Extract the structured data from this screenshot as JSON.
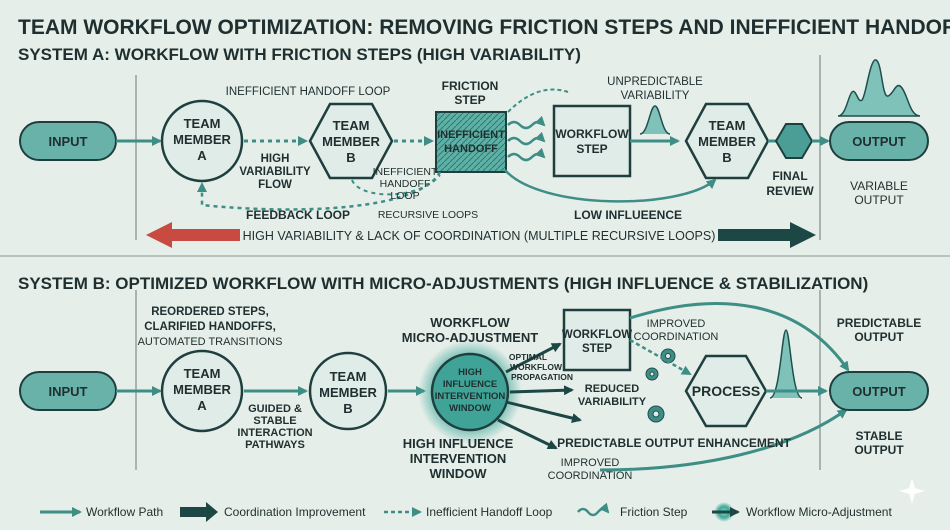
{
  "title": "TEAM WORKFLOW OPTIMIZATION: REMOVING FRICTION STEPS AND INEFFICIENT HANDOFFS",
  "system_a": {
    "heading": "SYSTEM A: WORKFLOW WITH FRICTION STEPS (HIGH VARIABILITY)",
    "nodes": {
      "input": "INPUT",
      "member_a": [
        "TEAM",
        "MEMBER",
        "A"
      ],
      "member_b": [
        "TEAM",
        "MEMBER",
        "B"
      ],
      "friction": [
        "INEFFICIENT",
        "HANDOFF"
      ],
      "workflow_step": [
        "WORKFLOW",
        "STEP"
      ],
      "member_b2": [
        "TEAM",
        "MEMBER",
        "B"
      ],
      "output": "OUTPUT"
    },
    "labels": {
      "handoff_loop": "INEFFICIENT HANDOFF LOOP",
      "friction_step": [
        "FRICTION",
        "STEP"
      ],
      "unpredictable": [
        "UNPREDICTABLE",
        "VARIABILITY"
      ],
      "high_var_flow": [
        "HIGH",
        "VARIABILITY",
        "FLOW"
      ],
      "inefficient_handoff_loop": [
        "INEFFICIENT",
        "HANDOFF",
        "LOOP"
      ],
      "feedback_loop": "FEEDBACK LOOP",
      "recursive_loops": "RECURSIVE LOOPS",
      "low_influence": "LOW INFLUEENCE",
      "final_review": [
        "FINAL",
        "REVIEW"
      ],
      "variable_output": [
        "VARIABLE",
        "OUTPUT"
      ],
      "banner": "HIGH VARIABILITY & LACK OF COORDINATION (MULTIPLE RECURSIVE LOOPS)"
    }
  },
  "system_b": {
    "heading": "SYSTEM B: OPTIMIZED WORKFLOW WITH MICRO-ADJUSTMENTS (HIGH INFLUENCE & STABILIZATION)",
    "nodes": {
      "input": "INPUT",
      "member_a": [
        "TEAM",
        "MEMBER",
        "A"
      ],
      "member_b": [
        "TEAM",
        "MEMBER",
        "B"
      ],
      "window": [
        "HIGH",
        "INFLUENCE",
        "INTERVENTION",
        "WINDOW"
      ],
      "workflow_step": [
        "WORKFLOW",
        "STEP"
      ],
      "process": "PROCESS",
      "output": "OUTPUT"
    },
    "labels": {
      "reordered": [
        "REORDERED STEPS,",
        "CLARIFIED HANDOFFS,"
      ],
      "automated": "AUTOMATED TRANSITIONS",
      "micro_adjustment": [
        "WORKFLOW",
        "MICRO-ADJUSTMENT"
      ],
      "optimal": [
        "OPTIMAL",
        "WORKFLOW",
        "PROPAGATION"
      ],
      "improved_coord_top": [
        "IMPROVED",
        "COORDINATION"
      ],
      "reduced_var": [
        "REDUCED",
        "VARIABILITY"
      ],
      "guided": [
        "GUIDED &",
        "STABLE",
        "INTERACTION",
        "PATHWAYS"
      ],
      "window_caption": [
        "HIGH INFLUENCE",
        "INTERVENTION",
        "WINDOW"
      ],
      "predictable_enh": "PREDICTABLE OUTPUT ENHANCEMENT",
      "improved_coord_bottom": [
        "IMPROVED",
        "COORDINATION"
      ],
      "predictable_output": [
        "PREDICTABLE",
        "OUTPUT"
      ],
      "stable_output": [
        "STABLE",
        "OUTPUT"
      ]
    }
  },
  "legend": [
    {
      "key": "workflow_path",
      "label": "Workflow Path"
    },
    {
      "key": "coordination",
      "label": "Coordination Improvement"
    },
    {
      "key": "handoff_loop",
      "label": "Inefficient Handoff Loop"
    },
    {
      "key": "friction",
      "label": "Friction Step"
    },
    {
      "key": "micro",
      "label": "Workflow Micro-Adjustment"
    }
  ],
  "colors": {
    "teal": "#4a9e96",
    "teal_dark": "#1f4f4c",
    "node_fill": "#dfece7",
    "node_stroke": "#1f3f3f",
    "input_fill": "#69b2aa",
    "red": "#c94a40",
    "dark_arrow": "#1d4744"
  }
}
